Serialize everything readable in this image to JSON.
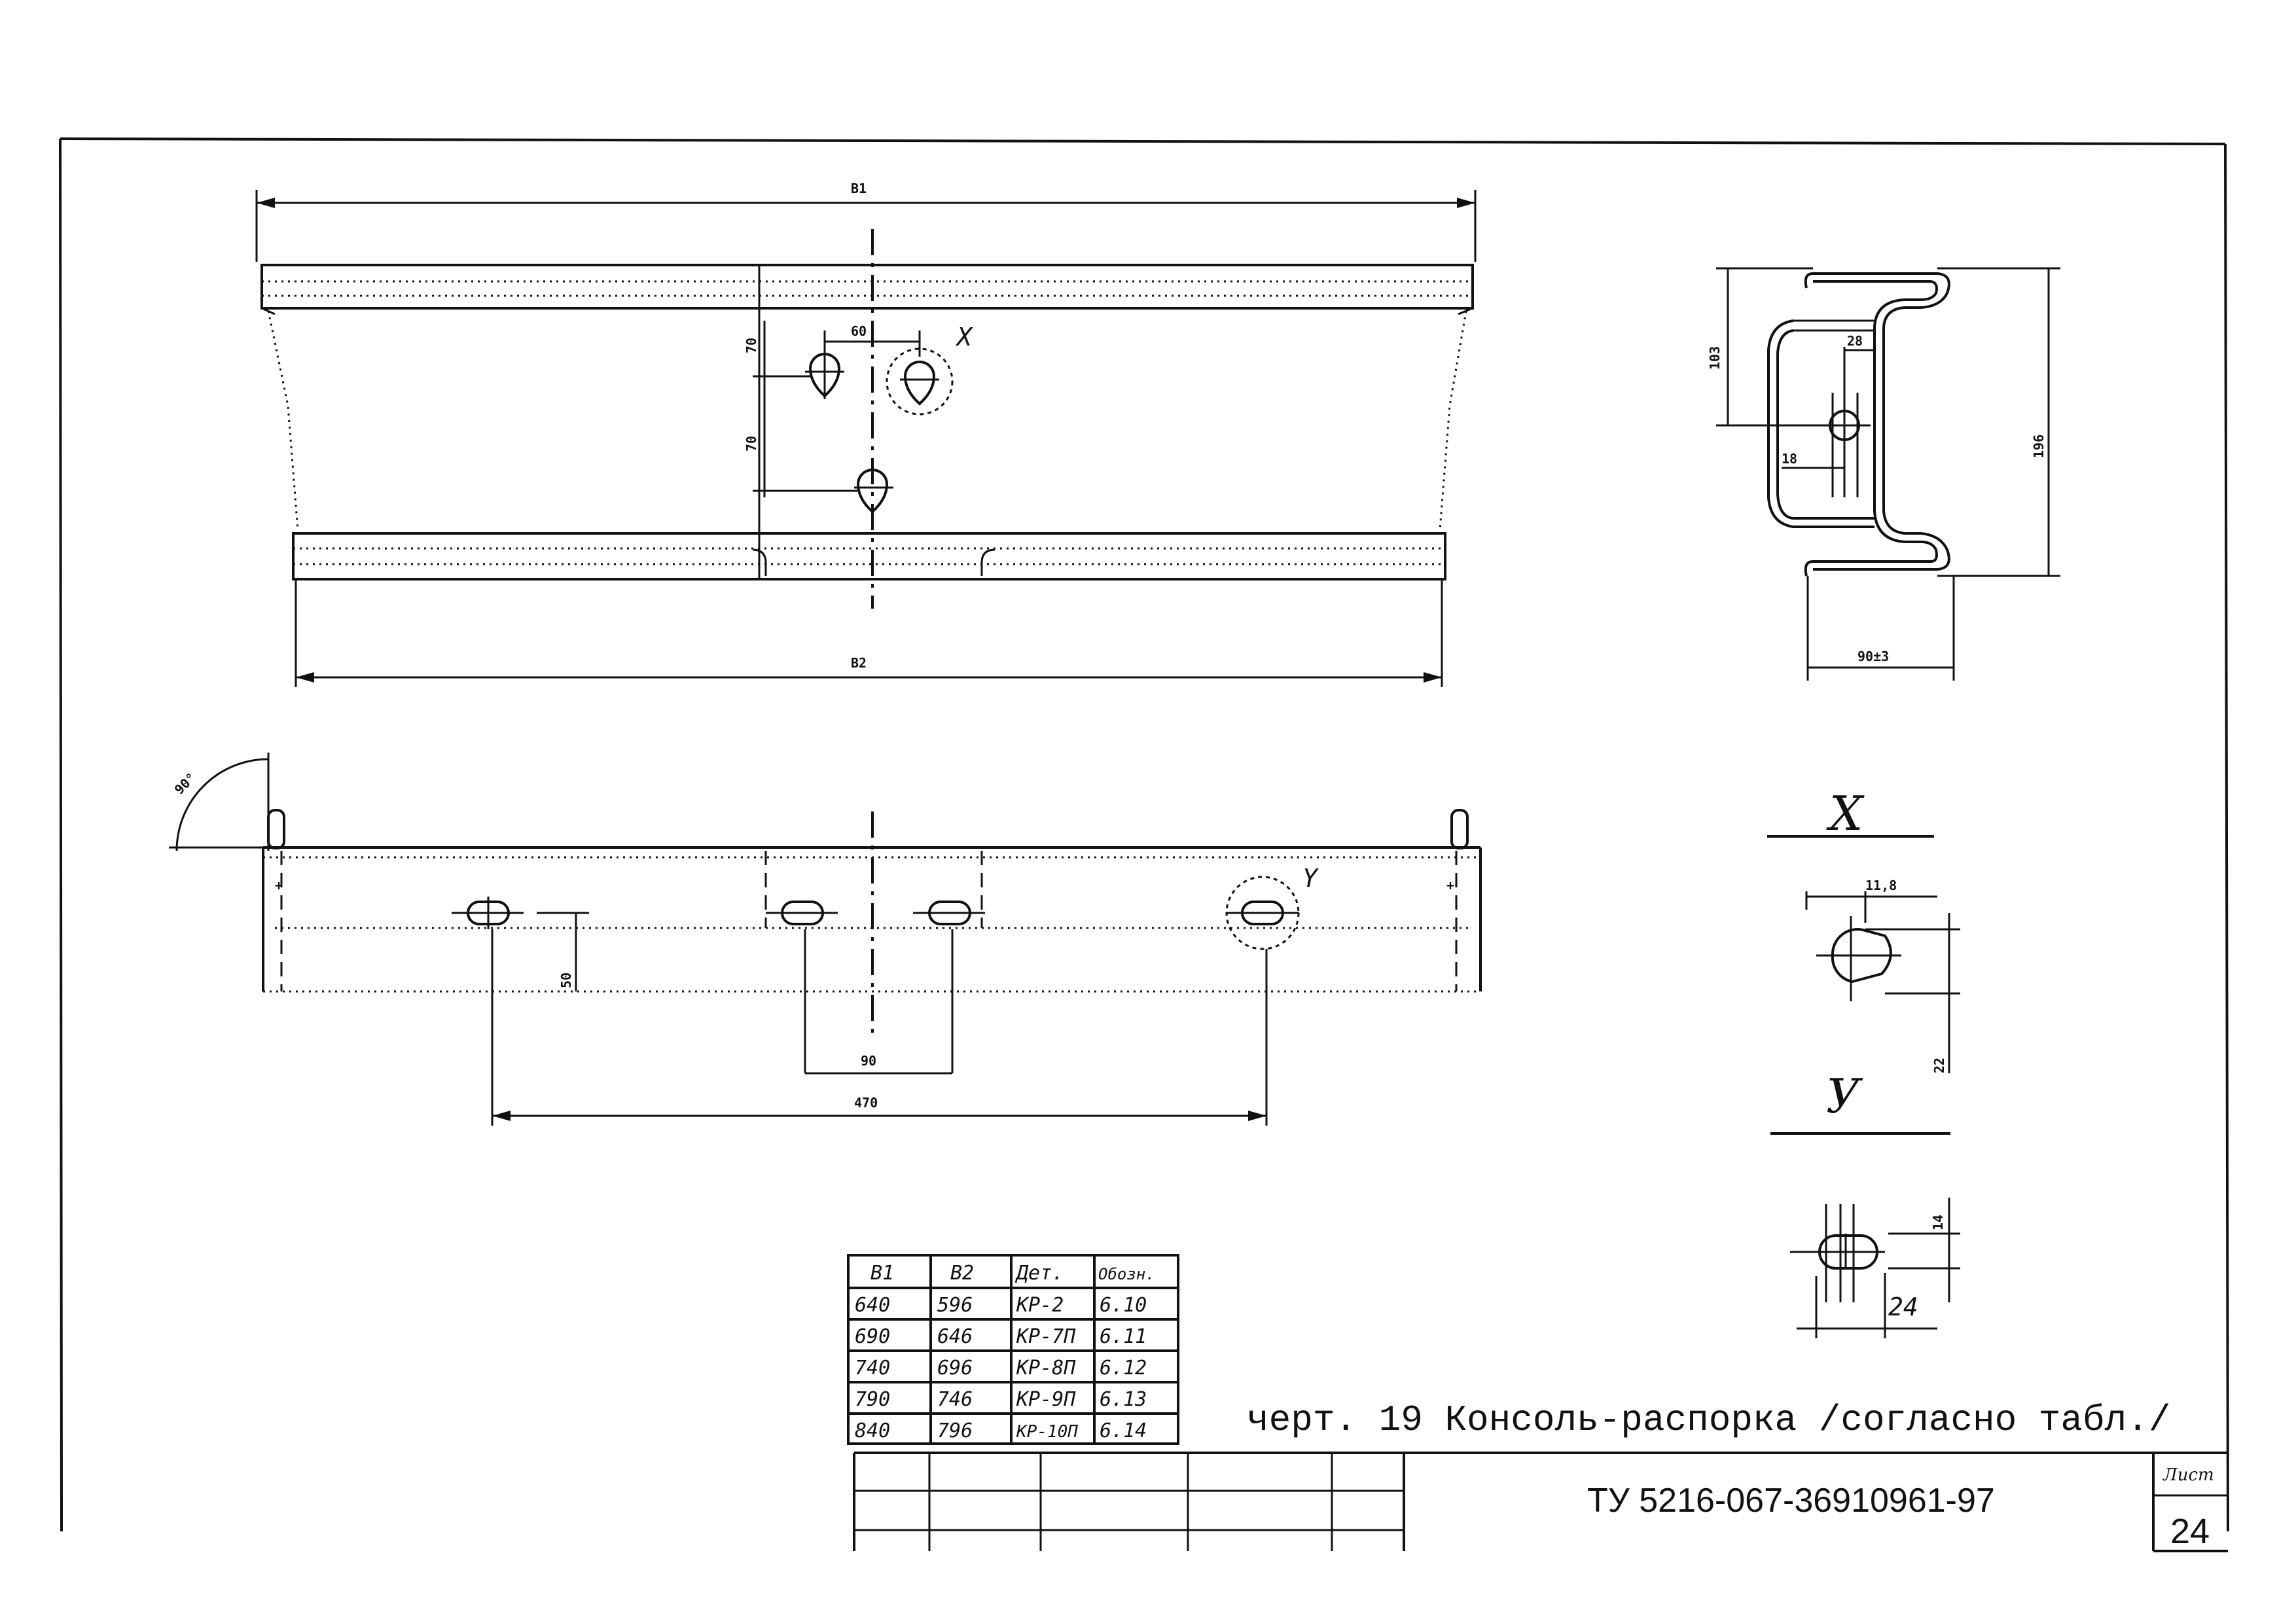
{
  "dimensions": {
    "top_view_top_width": "B1",
    "top_view_bottom_width": "B2",
    "top_view_hole_spacing": "60",
    "top_view_vertical_1": "70",
    "top_view_vertical_2": "70",
    "top_view_callout": "X",
    "section_height_top": "103",
    "section_slot_offset": "28",
    "section_slot_left": "18",
    "section_total_height": "196",
    "section_bottom_width": "90±3",
    "side_view_angle": "90°",
    "side_view_height": "50",
    "side_view_hole_spacing": "90",
    "side_view_outer_spacing": "470",
    "side_view_callout": "Y"
  },
  "detail_x": {
    "title": "X",
    "width_label": "11,8",
    "height_label": "22"
  },
  "detail_y": {
    "title": "У",
    "height_label": "14",
    "width_label": "24"
  },
  "variants_table": {
    "columns": [
      "B1",
      "B2",
      "Дет.",
      "Обозн."
    ],
    "rows": [
      [
        "640",
        "596",
        "КР-2",
        "6.10"
      ],
      [
        "690",
        "646",
        "КР-7П",
        "6.11"
      ],
      [
        "740",
        "696",
        "КР-8П",
        "6.12"
      ],
      [
        "790",
        "746",
        "КР-9П",
        "6.13"
      ],
      [
        "840",
        "796",
        "КР-10П",
        "6.14"
      ]
    ]
  },
  "caption": "черт. 19  Консоль-распорка /согласно табл./",
  "title_block": {
    "document_code": "ТУ 5216-067-36910961-97",
    "sheet_label": "Лист",
    "sheet_number": "24"
  }
}
